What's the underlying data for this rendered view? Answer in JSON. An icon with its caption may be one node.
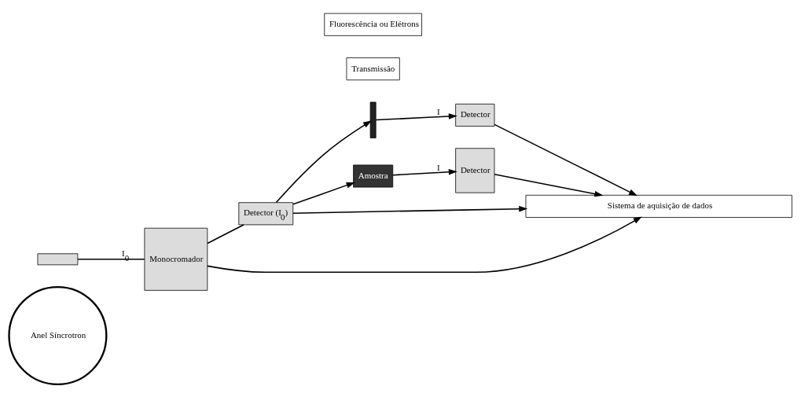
{
  "diagram": {
    "nodes": [
      {
        "text": [
          "Anel Síncrotron"
        ]
      },
      {
        "text": [],
        "shape": "box"
      },
      {
        "text": [
          "Monocromador"
        ]
      },
      {
        "text": [
          "Detector (I$_{0}$)"
        ]
      },
      {
        "text": [],
        "shape": "bar"
      },
      {
        "text": [
          "Amostra"
        ]
      },
      {
        "text": [
          "Detector"
        ]
      },
      {
        "text": [
          "Detector"
        ]
      },
      {
        "text": [
          "Sistema de aquisição de dados"
        ]
      },
      {
        "text": [
          "Transmissão"
        ]
      },
      {
        "text": [
          "Fluorescência ou Elétrons"
        ]
      }
    ],
    "edges": [
      {
        "from": 1,
        "to": 2,
        "arrow": "none",
        "label": "I$_{0}$"
      },
      {
        "from": 2,
        "to": 3,
        "arrow": "none"
      },
      {
        "from": 3,
        "to": 4,
        "arrow": "to"
      },
      {
        "from": 3,
        "to": 5,
        "arrow": "to"
      },
      {
        "from": 4,
        "to": 6,
        "arrow": "to",
        "label": "I"
      },
      {
        "from": 5,
        "to": 7,
        "arrow": "to",
        "label": "I"
      },
      {
        "from": 2,
        "to": 8,
        "arrow": "to"
      },
      {
        "from": 3,
        "to": 8,
        "arrow": "to"
      },
      {
        "from": 7,
        "to": 8,
        "arrow": "to"
      },
      {
        "from": 6,
        "to": 8,
        "arrow": "to"
      }
    ]
  }
}
